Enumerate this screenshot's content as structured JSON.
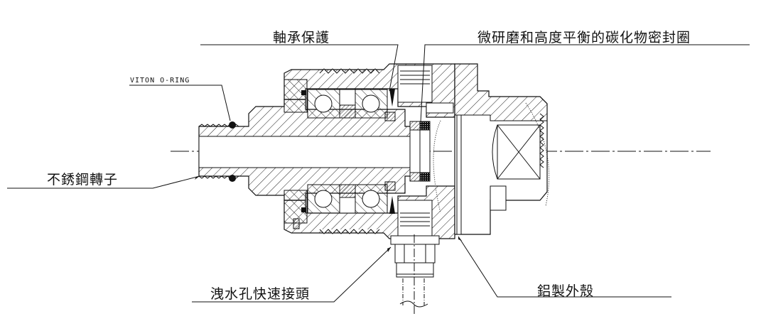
{
  "diagram": {
    "title": "Rotary joint cross-section",
    "labels": {
      "bearing_protection": "軸承保護",
      "carbide_seal": "微研磨和高度平衡的碳化物密封圈",
      "viton_oring": "VITON O-RING",
      "stainless_rotor": "不銹鋼轉子",
      "drain_quick_connector": "洩水孔快速接頭",
      "aluminum_housing": "鋁製外殼"
    },
    "colors": {
      "line": "#111111",
      "background": "#ffffff",
      "hatch": "#222222"
    }
  }
}
